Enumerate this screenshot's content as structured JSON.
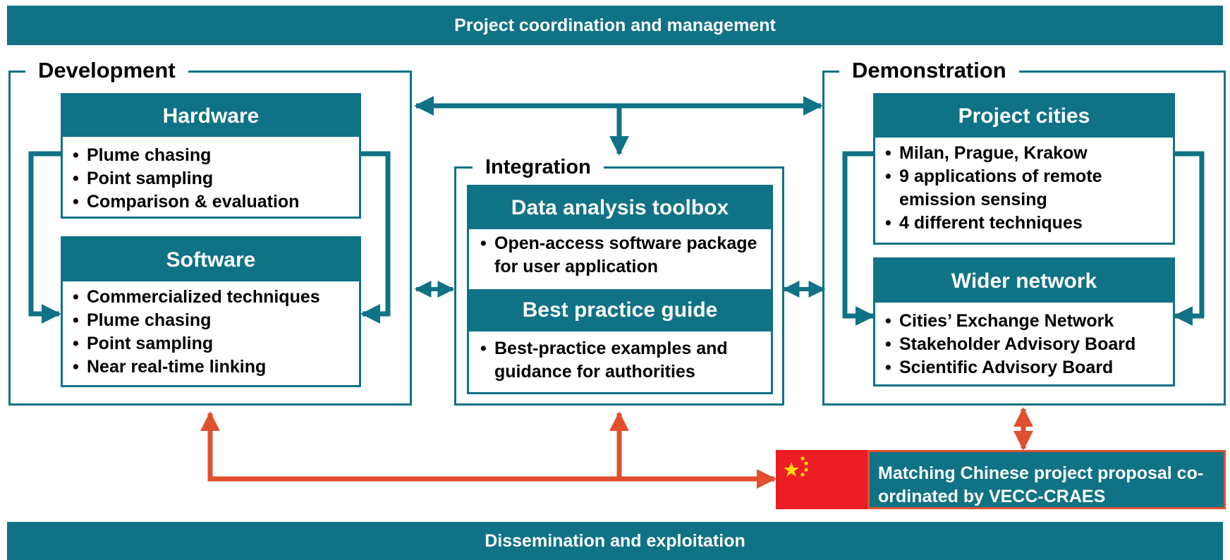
{
  "top_banner": "Project coordination and management",
  "bottom_banner": "Dissemination and exploitation",
  "development": {
    "title": "Development",
    "hardware": {
      "title": "Hardware",
      "items": [
        "Plume chasing",
        "Point sampling",
        "Comparison & evaluation"
      ]
    },
    "software": {
      "title": "Software",
      "items": [
        "Commercialized techniques",
        "Plume chasing",
        "Point sampling",
        "Near real-time linking"
      ]
    }
  },
  "integration": {
    "title": "Integration",
    "toolbox": {
      "title": "Data analysis toolbox",
      "items": [
        "Open-access software package for user application"
      ]
    },
    "guide": {
      "title": "Best practice guide",
      "items": [
        "Best-practice examples and guidance for authorities"
      ]
    }
  },
  "demonstration": {
    "title": "Demonstration",
    "cities": {
      "title": "Project cities",
      "items": [
        "Milan, Prague, Krakow",
        "9 applications of remote emission sensing",
        "4 different techniques"
      ]
    },
    "network": {
      "title": "Wider network",
      "items": [
        "Cities’ Exchange Network",
        "Stakeholder Advisory Board",
        "Scientific Advisory Board"
      ]
    }
  },
  "china": {
    "text": "Matching Chinese project proposal co-ordinated by VECC-CRAES",
    "flag_icon": "china-flag-icon"
  },
  "colors": {
    "teal": "#0f7285",
    "orange": "#e0502f",
    "flag_red": "#ee1c25",
    "flag_star": "#ffde00"
  }
}
